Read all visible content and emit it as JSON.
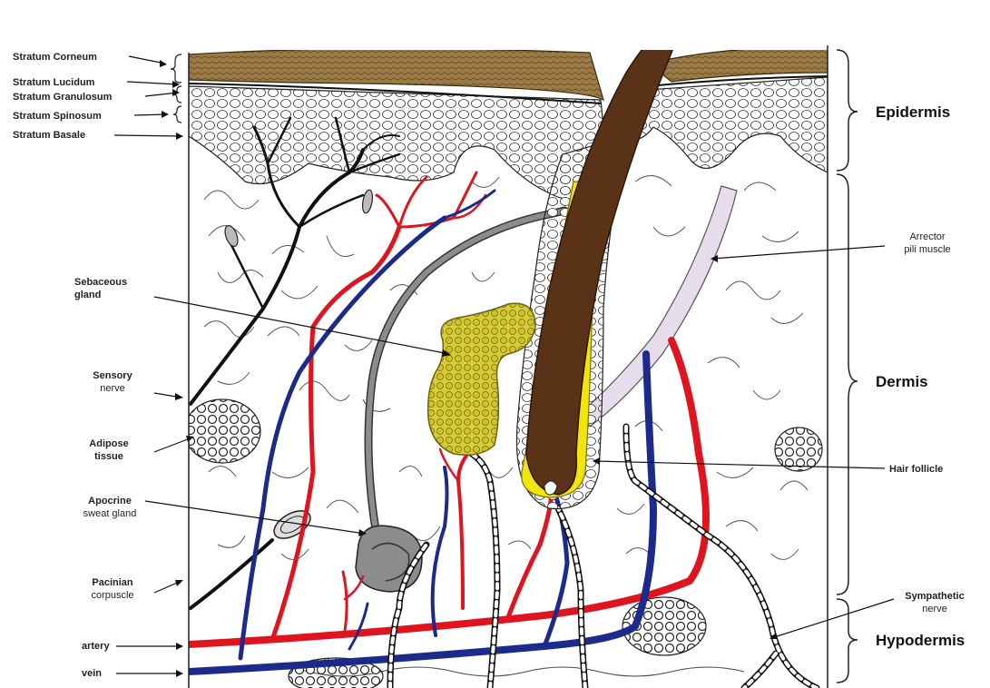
{
  "labels": {
    "stratum_corneum": "Stratum Corneum",
    "stratum_lucidum": "Stratum Lucidum",
    "stratum_granulosum": "Stratum Granulosum",
    "stratum_spinosum": "Stratum Spinosum",
    "stratum_basale": "Stratum Basale",
    "sebaceous_gland_1": "Sebaceous",
    "sebaceous_gland_2": "gland",
    "sensory_nerve_1": "Sensory",
    "sensory_nerve_2": "nerve",
    "adipose_tissue_1": "Adipose",
    "adipose_tissue_2": "tissue",
    "apocrine_1": "Apocrine",
    "apocrine_2": "sweat gland",
    "pacinian_1": "Pacinian",
    "pacinian_2": "corpuscle",
    "artery": "artery",
    "vein": "vein",
    "arrector_1": "Arrector",
    "arrector_2": "pili muscle",
    "hair_follicle": "Hair follicle",
    "sympathetic_1": "Sympathetic",
    "sympathetic_2": "nerve"
  },
  "layers": {
    "epidermis": "Epidermis",
    "dermis": "Dermis",
    "hypodermis": "Hypodermis"
  },
  "colors": {
    "artery": "#e0141e",
    "vein": "#1c2a8c",
    "hair": "#5a3217",
    "follicle_sheath": "#f2e40f",
    "sebaceous": "#c9bf2a",
    "corneum": "#8b6a3a",
    "nerve": "#111111",
    "sweat_gland": "#8c8c8c",
    "arrector_muscle": "#e6dcec"
  }
}
